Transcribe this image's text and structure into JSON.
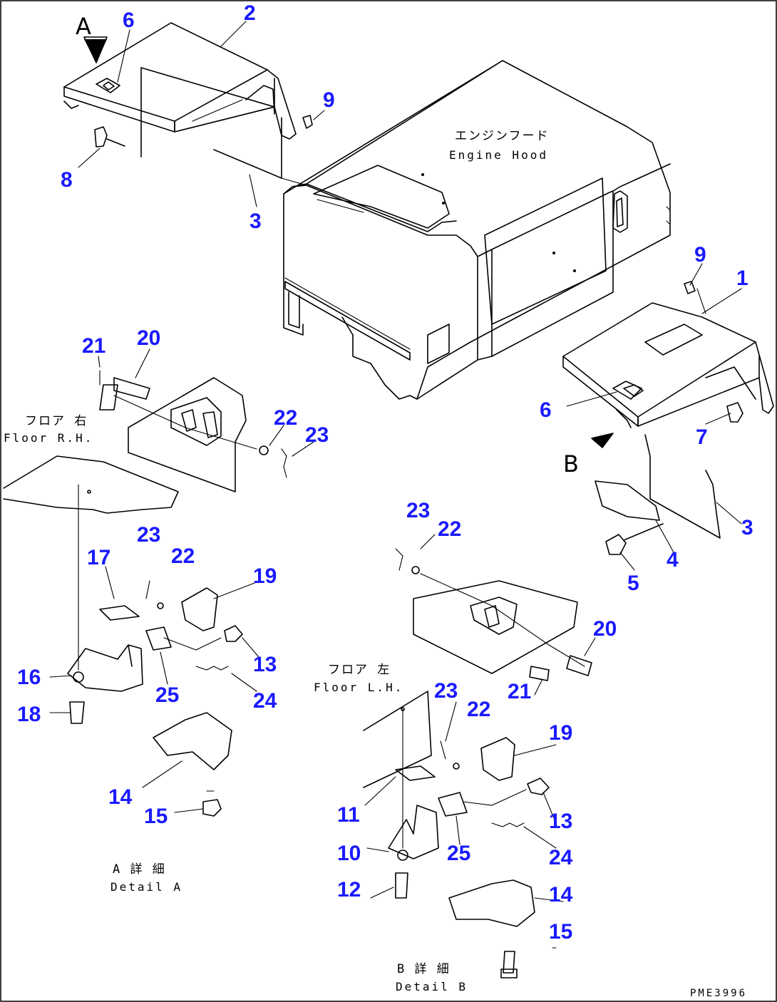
{
  "part_numbers": [
    "1",
    "2",
    "3",
    "3",
    "4",
    "5",
    "6",
    "6",
    "7",
    "8",
    "9",
    "9",
    "10",
    "11",
    "12",
    "13",
    "13",
    "14",
    "14",
    "15",
    "15",
    "16",
    "17",
    "18",
    "19",
    "19",
    "20",
    "20",
    "21",
    "21",
    "22",
    "22",
    "22",
    "22",
    "23",
    "23",
    "23",
    "23",
    "24",
    "24",
    "25",
    "25"
  ],
  "view_letters": {
    "a": "A",
    "b": "B"
  },
  "labels": {
    "engine_hood_jp": "エンジンフード",
    "engine_hood_en": "Engine Hood",
    "floor_rh_jp": "フロア 右",
    "floor_rh_en": "Floor R.H.",
    "floor_lh_jp": "フロア 左",
    "floor_lh_en": "Floor L.H.",
    "detail_a_jp": "A 詳 細",
    "detail_a_en": "Detail A",
    "detail_b_jp": "B 詳 細",
    "detail_b_en": "Detail B"
  },
  "drawing_code": "PME3996"
}
